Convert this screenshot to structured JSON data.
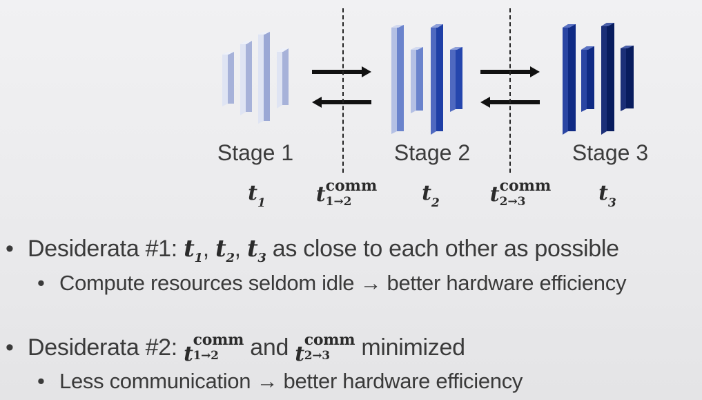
{
  "diagram": {
    "stages": [
      {
        "label": "Stage 1",
        "time_var": "t",
        "time_sub": "1"
      },
      {
        "label": "Stage 2",
        "time_var": "t",
        "time_sub": "2"
      },
      {
        "label": "Stage 3",
        "time_var": "t",
        "time_sub": "3"
      }
    ],
    "comms": [
      {
        "base": "t",
        "sup": "comm",
        "sub": "1→2"
      },
      {
        "base": "t",
        "sup": "comm",
        "sub": "2→3"
      }
    ],
    "colors": {
      "stage1": "#a7b2d9",
      "stage2_light": "#6a83cc",
      "stage2_dark": "#1f3fa6",
      "stage3": "#0f2a84",
      "arrow": "#111111"
    }
  },
  "bullets": [
    {
      "prefix": "Desiderata #1: ",
      "math": [
        {
          "var": "t",
          "sub": "1",
          "after": ", "
        },
        {
          "var": "t",
          "sub": "2",
          "after": ", "
        },
        {
          "var": "t",
          "sub": "3",
          "after": ""
        }
      ],
      "suffix": " as close to each other as possible",
      "sub_bullet": "Compute resources seldom idle → better hardware efficiency"
    },
    {
      "prefix": "Desiderata #2: ",
      "comm1": {
        "base": "t",
        "sup": "comm",
        "sub": "1→2"
      },
      "middle": " and ",
      "comm2": {
        "base": "t",
        "sup": "comm",
        "sub": "2→3"
      },
      "suffix": " minimized",
      "sub_bullet": "Less communication → better hardware efficiency"
    }
  ]
}
